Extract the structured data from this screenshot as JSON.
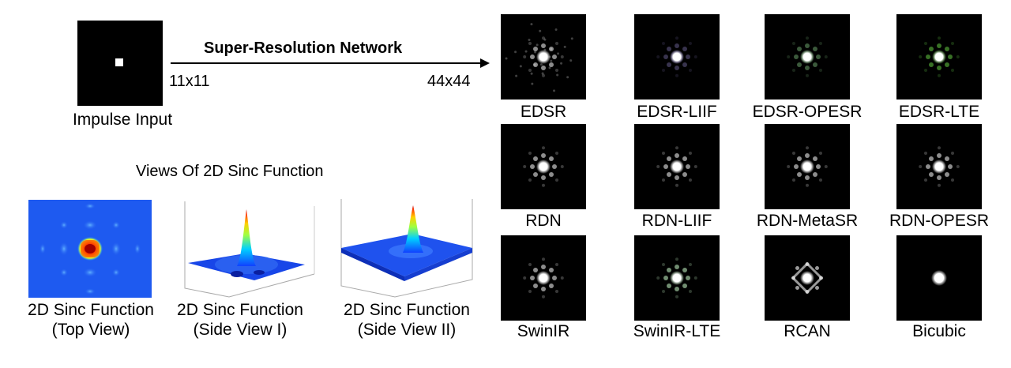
{
  "pipeline": {
    "input_label": "Impulse Input",
    "network_label": "Super-Resolution Network",
    "input_size": "11x11",
    "output_size": "44x44"
  },
  "sinc": {
    "section_title": "Views Of 2D Sinc Function",
    "views": [
      {
        "line1": "2D Sinc Function",
        "line2": "(Top View)"
      },
      {
        "line1": "2D Sinc Function",
        "line2": "(Side View I)"
      },
      {
        "line1": "2D Sinc Function",
        "line2": "(Side View II)"
      }
    ]
  },
  "results": [
    {
      "label": "EDSR",
      "tint": "#ffffff",
      "style": "noisy"
    },
    {
      "label": "EDSR-LIIF",
      "tint": "#b8a8ff",
      "style": "dim"
    },
    {
      "label": "EDSR-OPESR",
      "tint": "#aaffaa",
      "style": "sparse"
    },
    {
      "label": "EDSR-LTE",
      "tint": "#66cc44",
      "style": "ring"
    },
    {
      "label": "RDN",
      "tint": "#ffffff",
      "style": "ring"
    },
    {
      "label": "RDN-LIIF",
      "tint": "#ffffff",
      "style": "ring"
    },
    {
      "label": "RDN-MetaSR",
      "tint": "#ffffff",
      "style": "ring"
    },
    {
      "label": "RDN-OPESR",
      "tint": "#ffffff",
      "style": "ring"
    },
    {
      "label": "SwinIR",
      "tint": "#ffffff",
      "style": "ring"
    },
    {
      "label": "SwinIR-LTE",
      "tint": "#ccffcc",
      "style": "ring"
    },
    {
      "label": "RCAN",
      "tint": "#ffffff",
      "style": "diamond"
    },
    {
      "label": "Bicubic",
      "tint": "#ffffff",
      "style": "blob"
    }
  ]
}
